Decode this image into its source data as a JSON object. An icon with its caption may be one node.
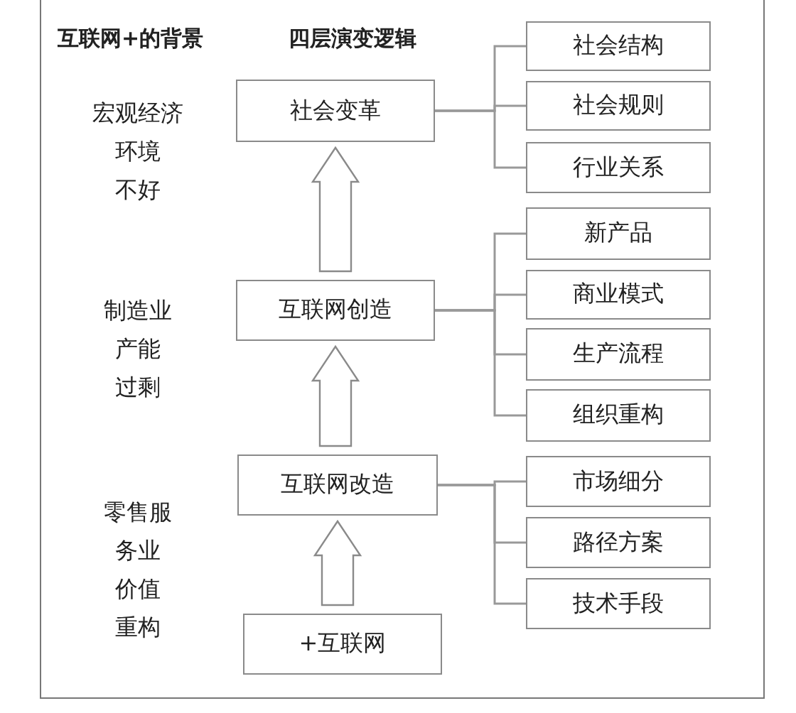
{
  "diagram": {
    "nodes": [
      {
        "text": [
          "社会变革"
        ]
      },
      {
        "text": [
          "社会结构"
        ]
      },
      {
        "text": [
          "社会规则"
        ]
      },
      {
        "text": [
          "行业关系"
        ]
      },
      {
        "text": [
          "互联网创造"
        ]
      },
      {
        "text": [
          "新产品"
        ]
      },
      {
        "text": [
          "商业模式"
        ]
      },
      {
        "text": [
          "生产流程"
        ]
      },
      {
        "text": [
          "组织重构"
        ]
      },
      {
        "text": [
          "互联网改造"
        ]
      },
      {
        "text": [
          "市场细分"
        ]
      },
      {
        "text": [
          "路径方案"
        ]
      },
      {
        "text": [
          "技术手段"
        ]
      },
      {
        "text": [
          "+互联网"
        ]
      }
    ],
    "edges": [
      {
        "from": 0,
        "to": 1,
        "arrow": "none"
      },
      {
        "from": 0,
        "to": 2,
        "arrow": "none"
      },
      {
        "from": 0,
        "to": 3,
        "arrow": "none"
      },
      {
        "from": 4,
        "to": 0,
        "arrow": "to"
      },
      {
        "from": 4,
        "to": 5,
        "arrow": "none"
      },
      {
        "from": 4,
        "to": 6,
        "arrow": "none"
      },
      {
        "from": 4,
        "to": 7,
        "arrow": "none"
      },
      {
        "from": 4,
        "to": 8,
        "arrow": "none"
      },
      {
        "from": 9,
        "to": 4,
        "arrow": "to"
      },
      {
        "from": 9,
        "to": 10,
        "arrow": "none"
      },
      {
        "from": 9,
        "to": 11,
        "arrow": "none"
      },
      {
        "from": 9,
        "to": 12,
        "arrow": "none"
      },
      {
        "from": 13,
        "to": 9,
        "arrow": "to"
      }
    ],
    "labels": [
      "互联网+的背景",
      "四层演变逻辑",
      "宏观经济环境不好",
      "制造业产能过剩",
      "零售服务业价值重构"
    ]
  }
}
